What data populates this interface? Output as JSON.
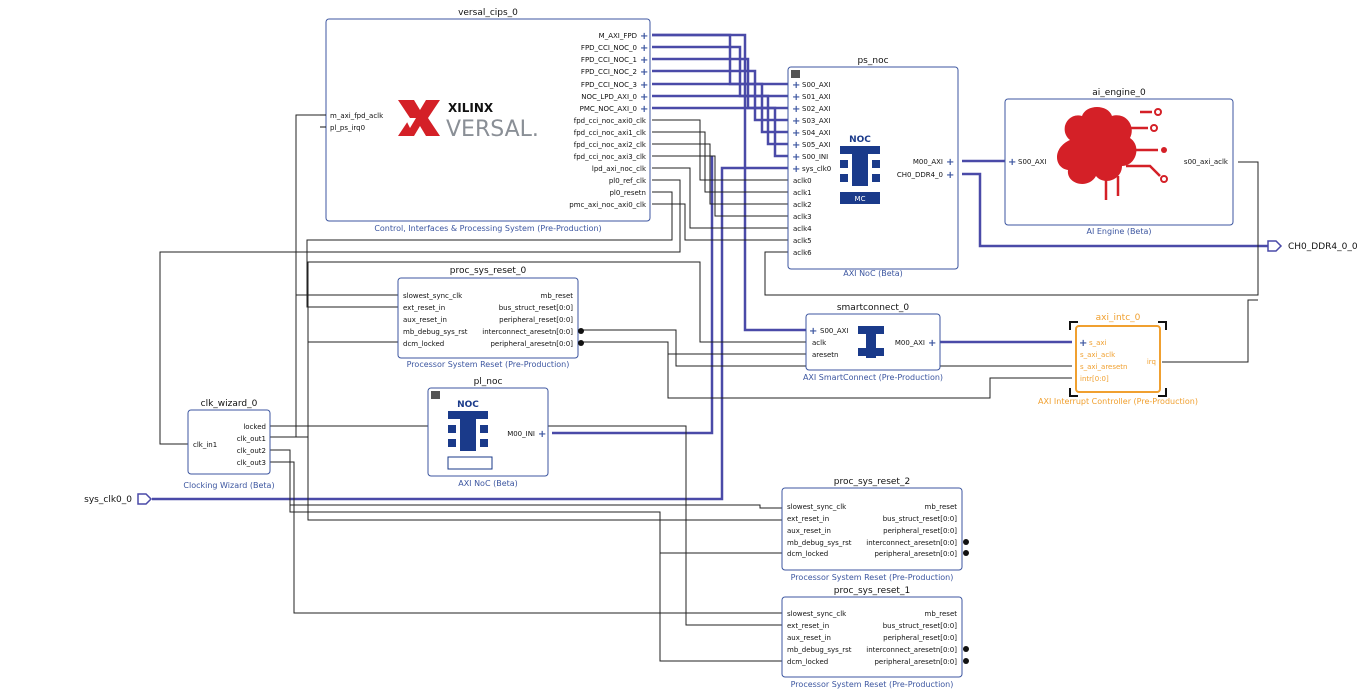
{
  "colors": {
    "block_border": "#3c56a0",
    "selected": "#f0a030",
    "bus": "#4a4aa8",
    "net": "#222222",
    "xilinx_red": "#d42027",
    "noc_blue": "#1a3a8a"
  },
  "versal_cips": {
    "name": "versal_cips_0",
    "subtitle": "Control, Interfaces & Processing System (Pre-Production)",
    "logo_text_1": "XILINX",
    "logo_text_2": "VERSAL.",
    "left_ports": [
      "m_axi_fpd_aclk",
      "pl_ps_irq0"
    ],
    "right_ports": [
      "M_AXI_FPD",
      "FPD_CCI_NOC_0",
      "FPD_CCI_NOC_1",
      "FPD_CCI_NOC_2",
      "FPD_CCI_NOC_3",
      "NOC_LPD_AXI_0",
      "PMC_NOC_AXI_0",
      "fpd_cci_noc_axi0_clk",
      "fpd_cci_noc_axi1_clk",
      "fpd_cci_noc_axi2_clk",
      "fpd_cci_noc_axi3_clk",
      "lpd_axi_noc_clk",
      "pl0_ref_clk",
      "pl0_resetn",
      "pmc_axi_noc_axi0_clk"
    ]
  },
  "ps_noc": {
    "name": "ps_noc",
    "subtitle": "AXI NoC (Beta)",
    "left_ports": [
      "S00_AXI",
      "S01_AXI",
      "S02_AXI",
      "S03_AXI",
      "S04_AXI",
      "S05_AXI",
      "S00_INI",
      "sys_clk0",
      "aclk0",
      "aclk1",
      "aclk2",
      "aclk3",
      "aclk4",
      "aclk5",
      "aclk6"
    ],
    "right_ports": [
      "M00_AXI",
      "CH0_DDR4_0"
    ],
    "icon_label": "NOC",
    "mc_label": "MC"
  },
  "ai_engine": {
    "name": "ai_engine_0",
    "subtitle": "AI Engine (Beta)",
    "left_ports": [
      "S00_AXI"
    ],
    "right_ports": [
      "s00_axi_aclk"
    ]
  },
  "external_ports": {
    "ch0_ddr4": "CH0_DDR4_0_0",
    "sys_clk": "sys_clk0_0"
  },
  "proc_sys_reset_0": {
    "name": "proc_sys_reset_0",
    "subtitle": "Processor System Reset (Pre-Production)",
    "left_ports": [
      "slowest_sync_clk",
      "ext_reset_in",
      "aux_reset_in",
      "mb_debug_sys_rst",
      "dcm_locked"
    ],
    "right_ports": [
      "mb_reset",
      "bus_struct_reset[0:0]",
      "peripheral_reset[0:0]",
      "interconnect_aresetn[0:0]",
      "peripheral_aresetn[0:0]"
    ]
  },
  "smartconnect": {
    "name": "smartconnect_0",
    "subtitle": "AXI SmartConnect (Pre-Production)",
    "left_ports": [
      "S00_AXI",
      "aclk",
      "aresetn"
    ],
    "right_ports": [
      "M00_AXI"
    ]
  },
  "axi_intc": {
    "name": "axi_intc_0",
    "subtitle": "AXI Interrupt Controller (Pre-Production)",
    "left_ports": [
      "s_axi",
      "s_axi_aclk",
      "s_axi_aresetn",
      "intr[0:0]"
    ],
    "right_ports": [
      "irq"
    ]
  },
  "pl_noc": {
    "name": "pl_noc",
    "subtitle": "AXI NoC (Beta)",
    "right_ports": [
      "M00_INI"
    ],
    "icon_label": "NOC"
  },
  "clk_wizard": {
    "name": "clk_wizard_0",
    "subtitle": "Clocking Wizard (Beta)",
    "left_ports": [
      "clk_in1"
    ],
    "right_ports": [
      "locked",
      "clk_out1",
      "clk_out2",
      "clk_out3"
    ]
  },
  "proc_sys_reset_2": {
    "name": "proc_sys_reset_2",
    "subtitle": "Processor System Reset (Pre-Production)",
    "left_ports": [
      "slowest_sync_clk",
      "ext_reset_in",
      "aux_reset_in",
      "mb_debug_sys_rst",
      "dcm_locked"
    ],
    "right_ports": [
      "mb_reset",
      "bus_struct_reset[0:0]",
      "peripheral_reset[0:0]",
      "interconnect_aresetn[0:0]",
      "peripheral_aresetn[0:0]"
    ]
  },
  "proc_sys_reset_1": {
    "name": "proc_sys_reset_1",
    "subtitle": "Processor System Reset (Pre-Production)",
    "left_ports": [
      "slowest_sync_clk",
      "ext_reset_in",
      "aux_reset_in",
      "mb_debug_sys_rst",
      "dcm_locked"
    ],
    "right_ports": [
      "mb_reset",
      "bus_struct_reset[0:0]",
      "peripheral_reset[0:0]",
      "interconnect_aresetn[0:0]",
      "peripheral_aresetn[0:0]"
    ]
  }
}
